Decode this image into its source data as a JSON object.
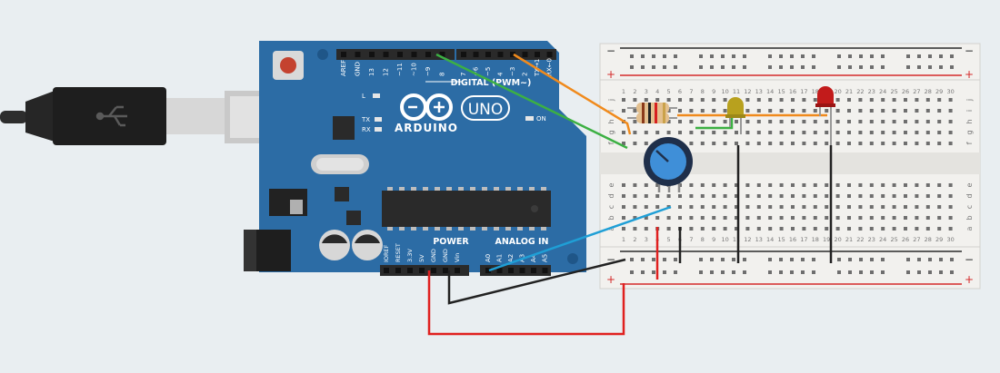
{
  "colors": {
    "background": "#e9eef1",
    "board": "#2c6ca5",
    "board_dark": "#1f5688",
    "header": "#2a2a2a",
    "breadboard": "#f2f1ee",
    "rail_red": "#d42a2a",
    "rail_black": "#2a2a2a",
    "wire_green": "#3cb043",
    "wire_orange": "#f08a1c",
    "wire_blue": "#1f9fd6",
    "wire_red": "#e0201f",
    "wire_black": "#222222",
    "led_yellow": "#b8a11e",
    "led_red": "#c21b1b",
    "pot_knob": "#3f8fd8"
  },
  "arduino": {
    "logo_text": "ARDUINO",
    "model_badge": "UNO",
    "digital_label": "DIGITAL (PWM~)",
    "power_label": "POWER",
    "analog_label": "ANALOG IN",
    "on_label": "ON",
    "led_l": "L",
    "led_tx": "TX",
    "led_rx": "RX",
    "crystal_text": "",
    "digital_pins_left": [
      "AREF",
      "GND",
      "13",
      "12",
      "~11",
      "~10",
      "~9",
      "8"
    ],
    "digital_pins_right": [
      "7",
      "~6",
      "~5",
      "4",
      "~3",
      "2",
      "TX→1",
      "RX←0"
    ],
    "power_pins": [
      "IOREF",
      "RESET",
      "3.3V",
      "5V",
      "GND",
      "GND",
      "Vin"
    ],
    "analog_pins": [
      "A0",
      "A1",
      "A2",
      "A3",
      "A4",
      "A5"
    ]
  },
  "breadboard": {
    "row_letters_top": [
      "j",
      "i",
      "h",
      "g",
      "f"
    ],
    "row_letters_bottom": [
      "e",
      "d",
      "c",
      "b",
      "a"
    ],
    "column_numbers": [
      "1",
      "2",
      "3",
      "4",
      "5",
      "6",
      "7",
      "8",
      "9",
      "10",
      "11",
      "12",
      "13",
      "14",
      "15",
      "16",
      "17",
      "18",
      "19",
      "20",
      "21",
      "22",
      "23",
      "24",
      "25",
      "26",
      "27",
      "28",
      "29",
      "30"
    ],
    "rail_minus": "−",
    "rail_plus": "+"
  },
  "icons": {
    "usb": "usb-icon",
    "infinity": "arduino-infinity-logo-icon"
  }
}
